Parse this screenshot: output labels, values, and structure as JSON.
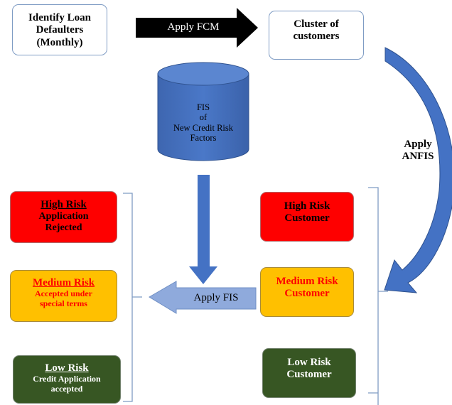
{
  "top": {
    "identify": [
      "Identify Loan",
      "Defaulters",
      "(Monthly)"
    ],
    "apply_fcm": "Apply FCM",
    "cluster": [
      "Cluster of",
      "customers"
    ]
  },
  "fis": [
    "FIS",
    "of",
    "New Credit Risk",
    "Factors"
  ],
  "apply_anfis": [
    "Apply",
    "ANFIS"
  ],
  "apply_fis": "Apply FIS",
  "customers": {
    "high": [
      "High Risk",
      "Customer"
    ],
    "medium": [
      "Medium Risk",
      "Customer"
    ],
    "low": [
      "Low Risk",
      "Customer"
    ]
  },
  "decisions": {
    "high": {
      "title": "High Risk",
      "lines": [
        "Application",
        "Rejected"
      ]
    },
    "medium": {
      "title": "Medium Risk",
      "lines": [
        "Accepted under",
        "special terms"
      ]
    },
    "low": {
      "title": "Low Risk",
      "lines": [
        "Credit Application",
        "accepted"
      ]
    }
  },
  "colors": {
    "red": "#fe0000",
    "yellow": "#ffc000",
    "green": "#375623",
    "blue": "#4472c4",
    "light_blue": "#8faadc"
  }
}
